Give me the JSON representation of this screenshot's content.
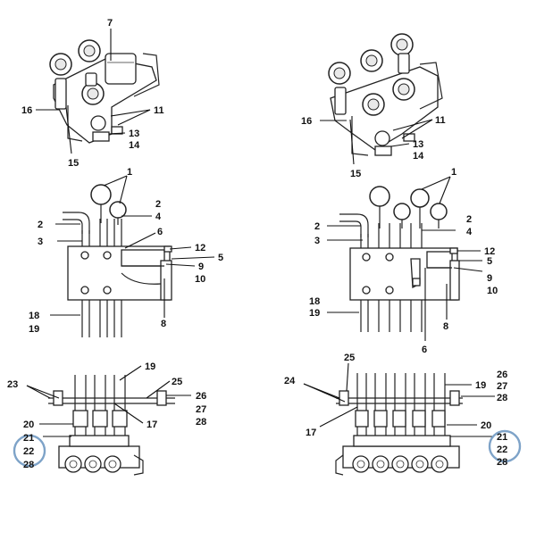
{
  "colors": {
    "line": "#222222",
    "highlight": "#7ea3c8"
  },
  "left": {
    "top": [
      "7",
      "16",
      "11",
      "13",
      "14",
      "15"
    ],
    "middle": [
      "1",
      "2",
      "4",
      "2",
      "3",
      "6",
      "12",
      "5",
      "9",
      "10",
      "8",
      "18",
      "19"
    ],
    "bottom": [
      "19",
      "23",
      "25",
      "26",
      "27",
      "28",
      "17",
      "20",
      "21",
      "22",
      "28"
    ]
  },
  "right": {
    "top": [
      "16",
      "11",
      "13",
      "14",
      "15"
    ],
    "middle": [
      "1",
      "2",
      "4",
      "2",
      "3",
      "12",
      "5",
      "9",
      "10",
      "18",
      "19",
      "8",
      "6"
    ],
    "bottom": [
      "25",
      "26",
      "27",
      "24",
      "19",
      "28",
      "17",
      "20",
      "21",
      "22",
      "28"
    ]
  }
}
